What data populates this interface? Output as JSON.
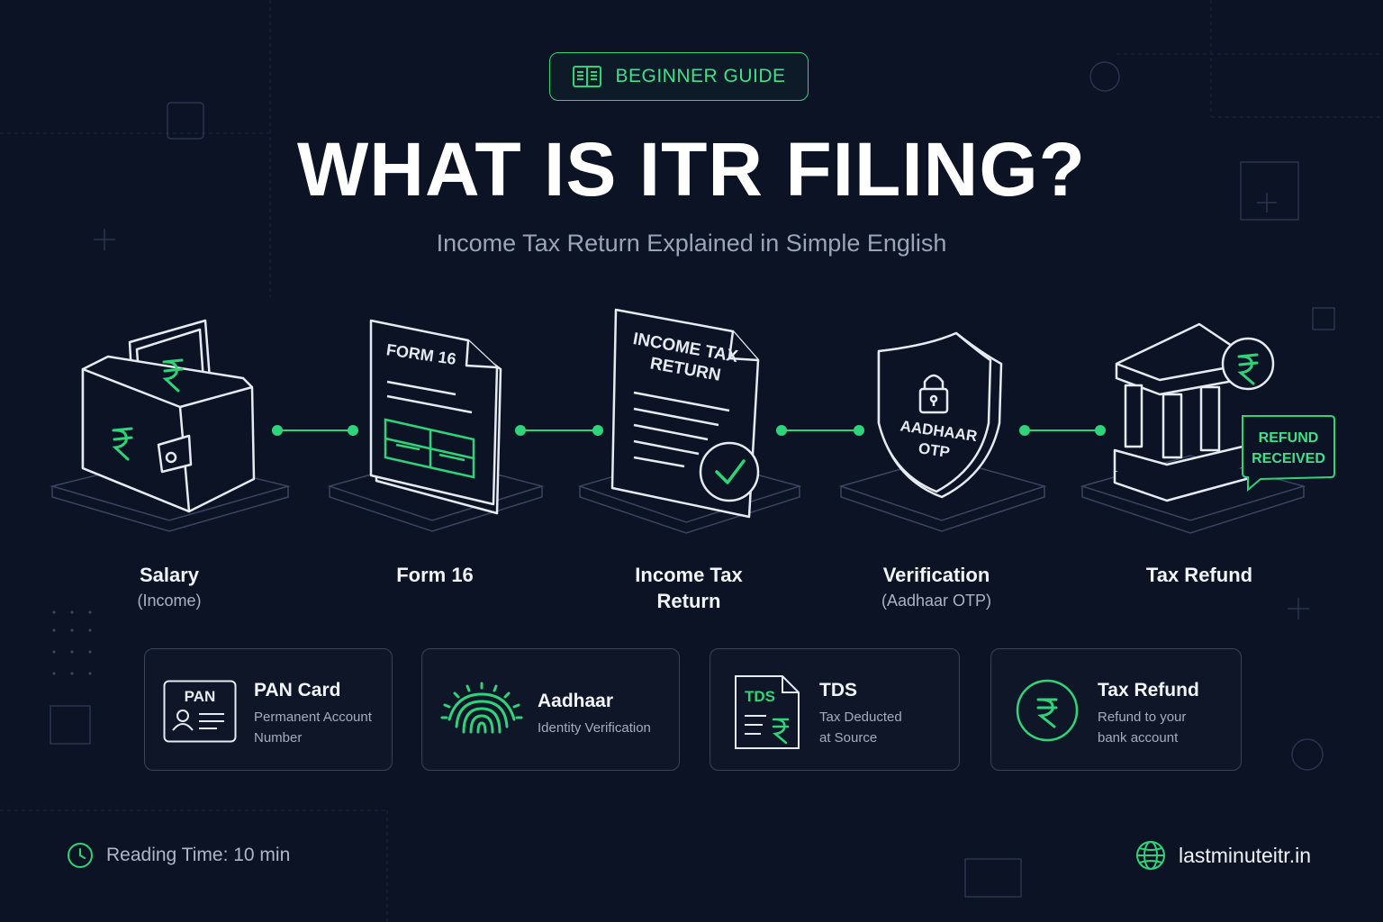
{
  "badge": {
    "label": "BEGINNER GUIDE",
    "icon": "open-book-icon"
  },
  "title": "WHAT IS ITR FILING?",
  "subtitle": "Income Tax Return Explained in Simple English",
  "steps": [
    {
      "label": "Salary",
      "sub": "(Income)",
      "icon": "wallet-icon"
    },
    {
      "label": "Form 16",
      "sub": "",
      "icon": "document-icon",
      "doc_text": "FORM 16"
    },
    {
      "label": "Income Tax",
      "label2": "Return",
      "icon": "document-check-icon",
      "doc_text_1": "INCOME TAX",
      "doc_text_2": "RETURN"
    },
    {
      "label": "Verification",
      "sub": "(Aadhaar OTP)",
      "icon": "shield-lock-icon",
      "shield_text_1": "AADHAAR",
      "shield_text_2": "OTP"
    },
    {
      "label": "Tax Refund",
      "sub": "",
      "icon": "bank-icon",
      "bubble_text_1": "REFUND",
      "bubble_text_2": "RECEIVED"
    }
  ],
  "cards": [
    {
      "title": "PAN Card",
      "desc1": "Permanent Account",
      "desc2": "Number",
      "icon": "id-card-icon",
      "icon_text": "PAN"
    },
    {
      "title": "Aadhaar",
      "desc1": "Identity Verification",
      "icon": "fingerprint-icon"
    },
    {
      "title": "TDS",
      "desc1": "Tax Deducted",
      "desc2": "at Source",
      "icon": "tds-document-icon",
      "icon_text": "TDS"
    },
    {
      "title": "Tax Refund",
      "desc1": "Refund to your",
      "desc2": "bank account",
      "icon": "rupee-circle-icon"
    }
  ],
  "footer": {
    "reading_time": "Reading Time: 10 min",
    "website": "lastminuteitr.in"
  },
  "colors": {
    "background": "#0c1325",
    "accent": "#2ed47a",
    "line": "#e6ebf2",
    "muted": "#9aa5b8"
  }
}
